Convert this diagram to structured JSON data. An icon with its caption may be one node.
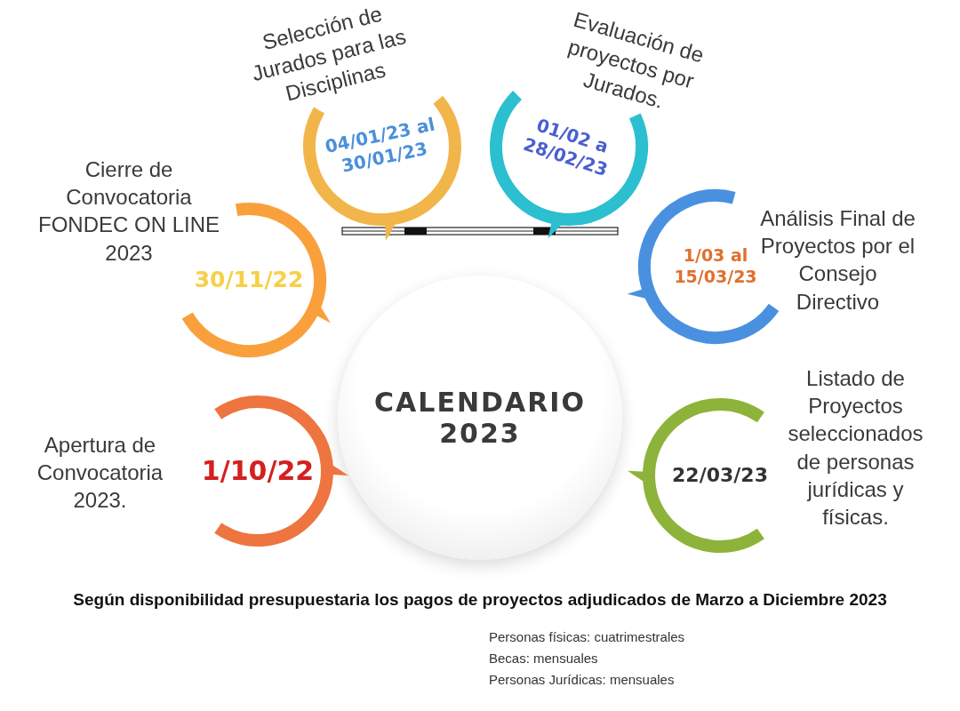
{
  "diagram": {
    "nodes": [
      {
        "text": [
          "CALENDARIO 2023"
        ]
      },
      {
        "text": [
          "1/10/22"
        ],
        "beside": [
          "Apertura de Convocatoria 2023."
        ]
      },
      {
        "text": [
          "30/11/22"
        ],
        "beside": [
          "Cierre de Convocatoria FONDEC ON LINE 2023"
        ]
      },
      {
        "text": [
          "04/01/23 al 30/01/23"
        ],
        "beside": [
          "Selección de Jurados para las Disciplinas"
        ]
      },
      {
        "text": [
          "01/02 a 28/02/23"
        ],
        "beside": [
          "Evaluación de proyectos por Jurados."
        ]
      },
      {
        "text": [
          "1/03 al 15/03/23"
        ],
        "beside": [
          "Análisis Final de Proyectos por el Consejo Directivo"
        ]
      },
      {
        "text": [
          "22/03/23"
        ],
        "beside": [
          "Listado de Proyectos seleccionados de personas jurídicas y físicas."
        ]
      }
    ],
    "labels": [
      "Según disponibilidad presupuestaria los pagos de proyectos adjudicados de Marzo a Diciembre 2023",
      "Personas físicas: cuatrimestrales",
      "Becas: mensuales",
      "Personas Jurídicas: mensuales"
    ]
  }
}
